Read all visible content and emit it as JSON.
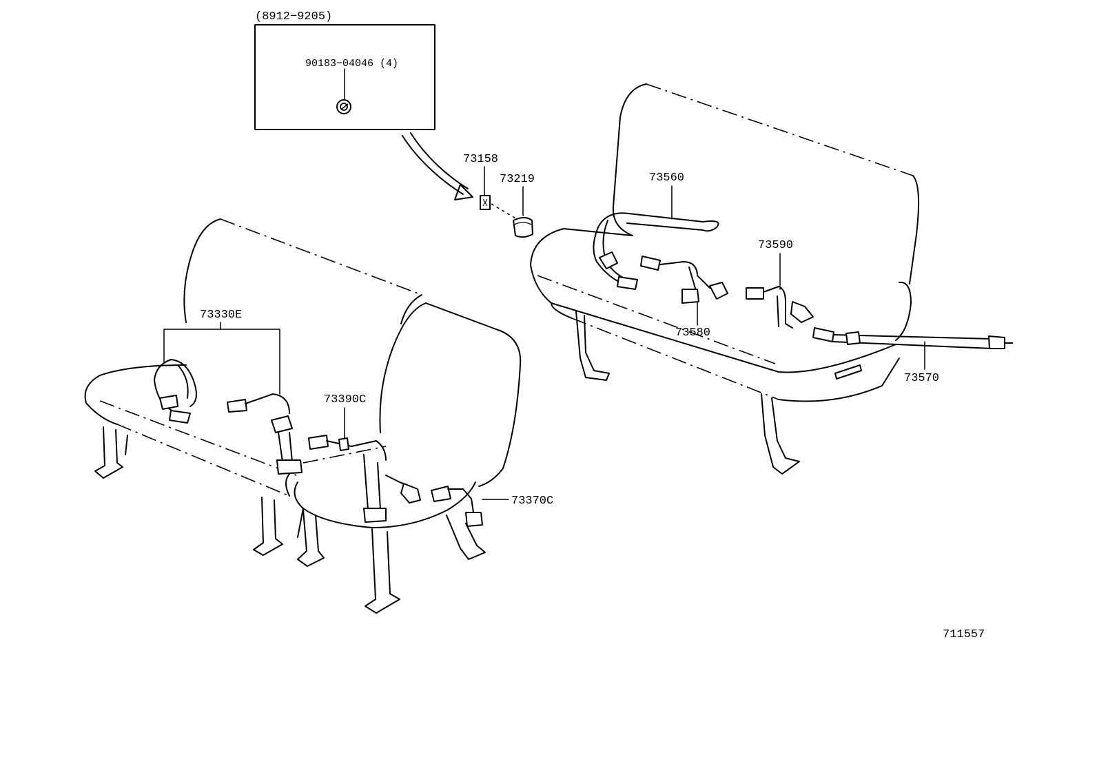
{
  "header_range": "(8912−9205)",
  "inset": {
    "part_number": "90183−04046 (4)"
  },
  "part_labels": {
    "p73158": "73158",
    "p73219": "73219",
    "p73560": "73560",
    "p73590": "73590",
    "p73580": "73580",
    "p73570": "73570",
    "p73330E": "73330E",
    "p73390C": "73390C",
    "p73370C": "73370C"
  },
  "diagram_id": "711557"
}
